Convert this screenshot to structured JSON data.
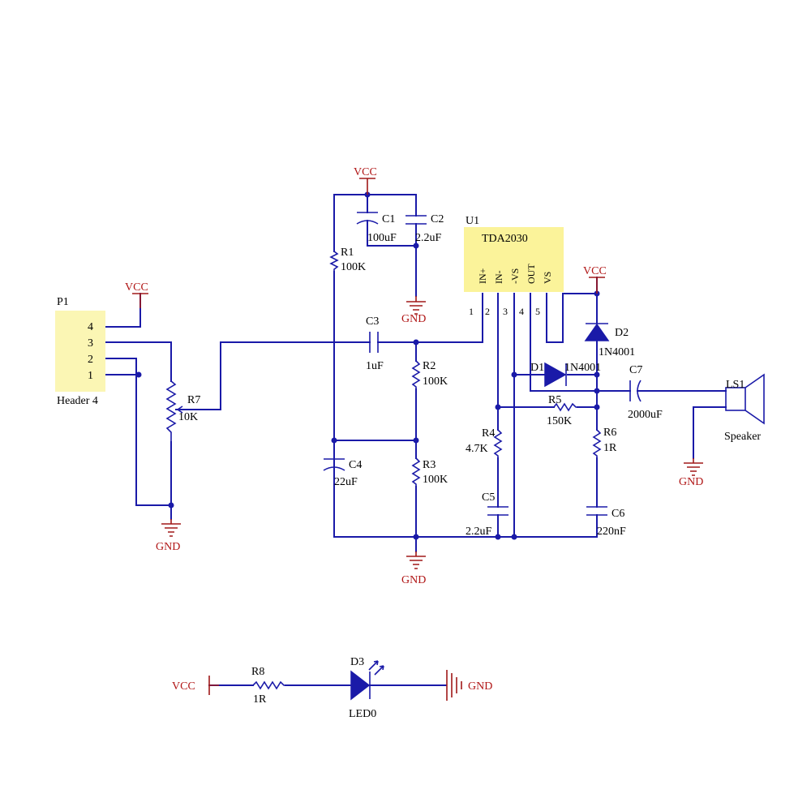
{
  "colors": {
    "wire": "#1a1aa8",
    "power": "#b01515",
    "component_fill": "#fbf39a",
    "text": "#000000"
  },
  "power": {
    "vcc_c1c2": "VCC",
    "vcc_p1": "VCC",
    "vcc_pin5": "VCC",
    "vcc_led": "VCC",
    "gnd_c2": "GND",
    "gnd_p1": "GND",
    "gnd_main": "GND",
    "gnd_speaker": "GND",
    "gnd_led": "GND"
  },
  "components": {
    "u1": {
      "ref": "U1",
      "value": "TDA2030",
      "pin_names": [
        "IN+",
        "IN-",
        "-VS",
        "OUT",
        "VS"
      ],
      "pin_numbers": [
        "1",
        "2",
        "3",
        "4",
        "5"
      ]
    },
    "p1": {
      "ref": "P1",
      "value": "Header 4",
      "pins": [
        "4",
        "3",
        "2",
        "1"
      ]
    },
    "r1": {
      "ref": "R1",
      "value": "100K"
    },
    "r2": {
      "ref": "R2",
      "value": "100K"
    },
    "r3": {
      "ref": "R3",
      "value": "100K"
    },
    "r4": {
      "ref": "R4",
      "value": "4.7K"
    },
    "r5": {
      "ref": "R5",
      "value": "150K"
    },
    "r6": {
      "ref": "R6",
      "value": "1R"
    },
    "r7": {
      "ref": "R7",
      "value": "10K"
    },
    "r8": {
      "ref": "R8",
      "value": "1R"
    },
    "c1": {
      "ref": "C1",
      "value": "100uF"
    },
    "c2": {
      "ref": "C2",
      "value": "2.2uF"
    },
    "c3": {
      "ref": "C3",
      "value": "1uF"
    },
    "c4": {
      "ref": "C4",
      "value": "22uF"
    },
    "c5": {
      "ref": "C5",
      "value": "2.2uF"
    },
    "c6": {
      "ref": "C6",
      "value": "220nF"
    },
    "c7": {
      "ref": "C7",
      "value": "2000uF"
    },
    "d1": {
      "ref": "D1",
      "value": "1N4001"
    },
    "d2": {
      "ref": "D2",
      "value": "1N4001"
    },
    "d3": {
      "ref": "D3",
      "value": "LED0"
    },
    "ls1": {
      "ref": "LS1",
      "value": "Speaker"
    }
  }
}
